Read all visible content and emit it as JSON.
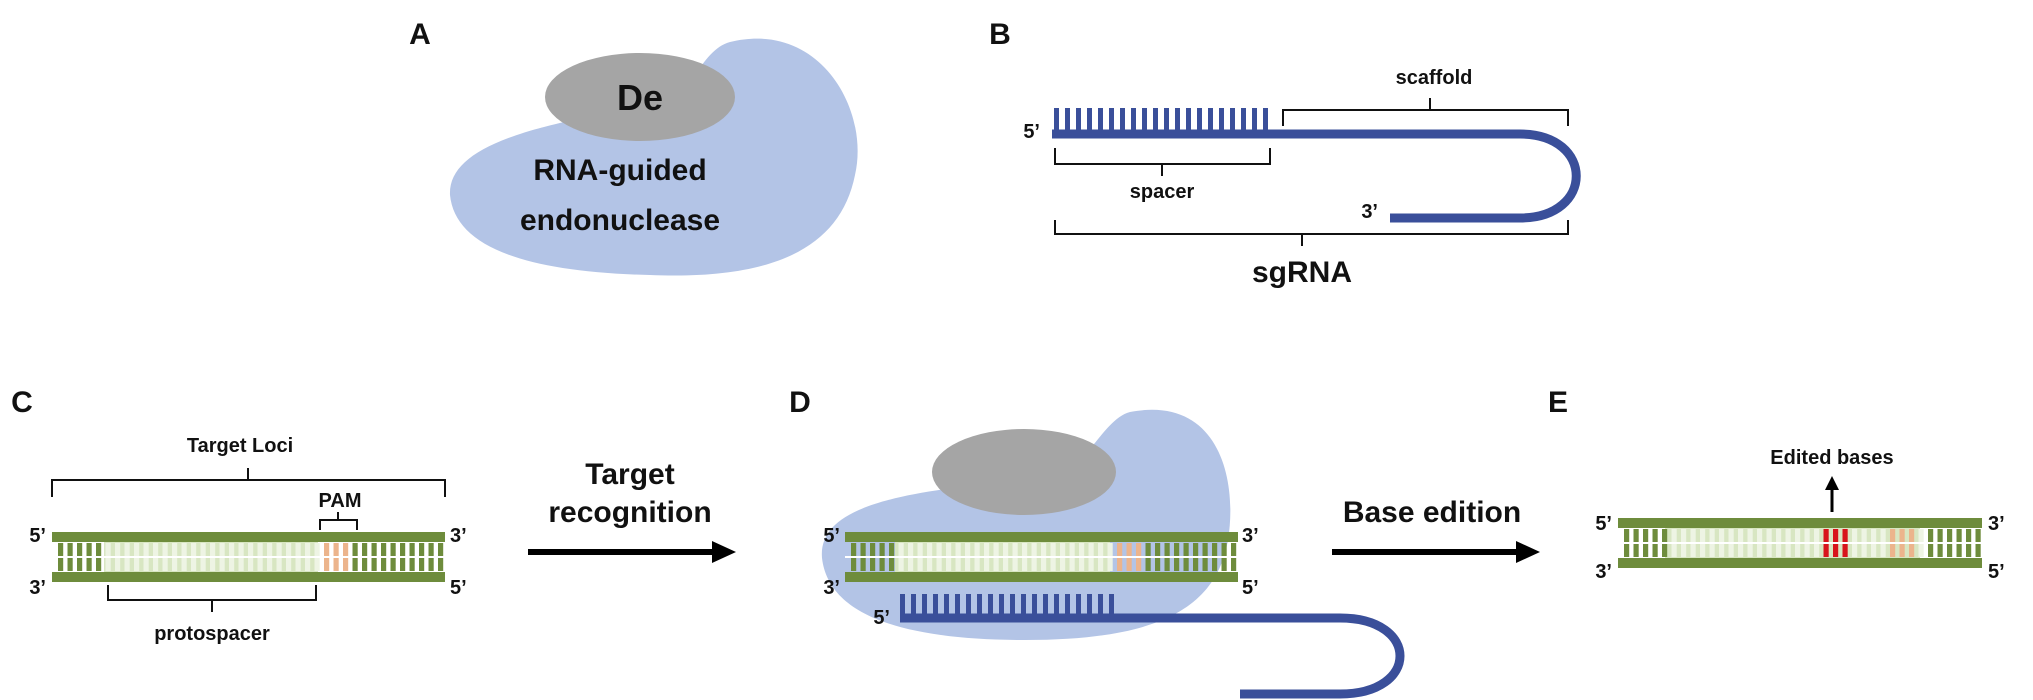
{
  "panels": {
    "a": "A",
    "b": "B",
    "c": "C",
    "d": "D",
    "e": "E"
  },
  "panel_a": {
    "protein_label": "De",
    "enzyme_line1": "RNA-guided",
    "enzyme_line2": "endonuclease"
  },
  "panel_b": {
    "five_prime": "5’",
    "three_prime": "3’",
    "scaffold": "scaffold",
    "spacer": "spacer",
    "sgrna": "sgRNA"
  },
  "panel_c": {
    "target_loci": "Target Loci",
    "pam": "PAM",
    "protospacer": "protospacer",
    "top_left": "5’",
    "top_right": "3’",
    "bottom_left": "3’",
    "bottom_right": "5’"
  },
  "arrow_1": {
    "line1": "Target",
    "line2": "recognition"
  },
  "panel_d": {
    "top_left": "5’",
    "top_right": "3’",
    "bottom_left": "3’",
    "bottom_right": "5’",
    "rna_five": "5’"
  },
  "arrow_2": {
    "label": "Base edition"
  },
  "panel_e": {
    "edited_bases": "Edited bases",
    "top_left": "5’",
    "top_right": "3’",
    "bottom_left": "3’",
    "bottom_right": "5’"
  },
  "colors": {
    "dna_green": "#6e8c3c",
    "base_pale": "#d8e6c2",
    "pam_orange": "#ecb48c",
    "edited_red": "#d8141c",
    "rna_blue": "#3a4f9a",
    "enzyme_blue": "#b3c4e6",
    "protein_gray": "#a5a5a5"
  }
}
